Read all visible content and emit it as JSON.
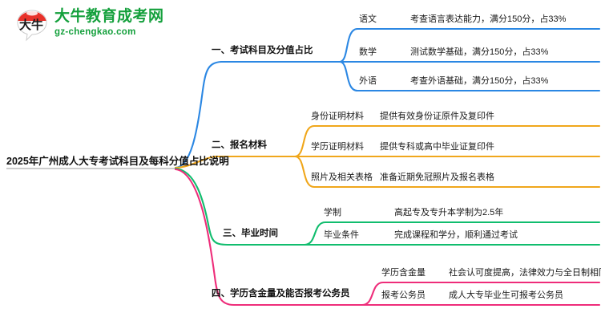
{
  "logo": {
    "mark_alt": "daniu-logo-icon",
    "mark_text": "大牛",
    "title": "大牛教育成考网",
    "subtitle": "gz-chengkao.com",
    "brand_color": "#14a03c",
    "mark_accent_color": "#e8312a"
  },
  "mindmap": {
    "root": "2025年广州成人大专考试科目及每科分值占比说明",
    "branches": [
      {
        "label": "一、考试科目及分值占比",
        "color": "#2b87e3",
        "leaves": [
          {
            "key": "语文",
            "value": "考查语言表达能力，满分150分，占33%"
          },
          {
            "key": "数学",
            "value": "测试数学基础，满分150分，占33%"
          },
          {
            "key": "外语",
            "value": "考查外语基础，满分150分，占33%"
          }
        ]
      },
      {
        "label": "二、报名材料",
        "color": "#f0a71c",
        "leaves": [
          {
            "key": "身份证明材料",
            "value": "提供有效身份证原件及复印件"
          },
          {
            "key": "学历证明材料",
            "value": "提供专科或高中毕业证复印件"
          },
          {
            "key": "照片及相关表格",
            "value": "准备近期免冠照片及报名表格"
          }
        ]
      },
      {
        "label": "三、毕业时间",
        "color": "#11bd6e",
        "leaves": [
          {
            "key": "学制",
            "value": "高起专及专升本学制为2.5年"
          },
          {
            "key": "毕业条件",
            "value": "完成课程和学分，顺利通过考试"
          }
        ]
      },
      {
        "label": "四、学历含金量及能否报考公务员",
        "color": "#ee2d7a",
        "leaves": [
          {
            "key": "学历含金量",
            "value": "社会认可度提高，法律效力与全日制相同"
          },
          {
            "key": "报考公务员",
            "value": "成人大专毕业生可报考公务员"
          }
        ]
      }
    ]
  }
}
